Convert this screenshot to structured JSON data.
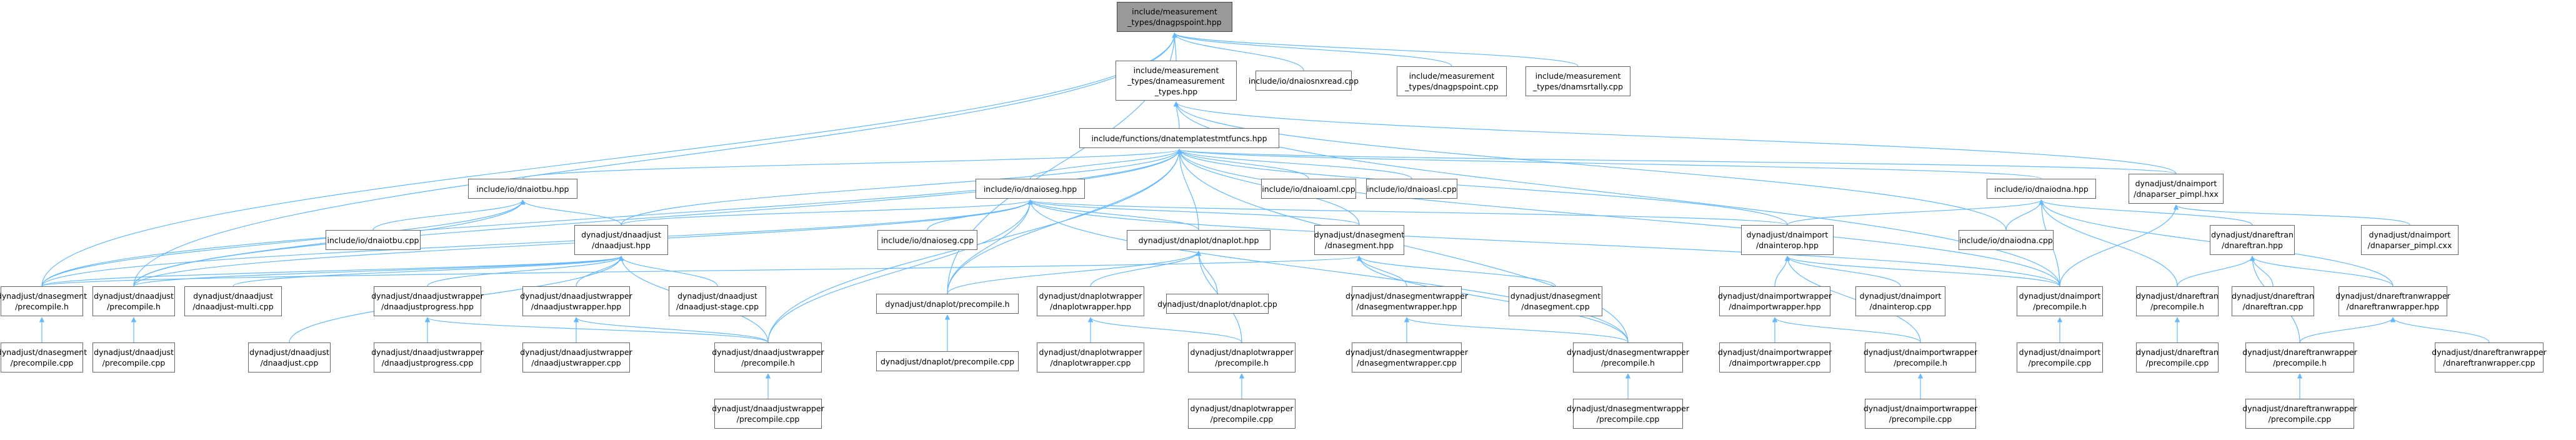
{
  "colors": {
    "edge": "#63b8ff",
    "node_border": "#666666",
    "node_fill": "#ffffff",
    "root_fill": "#999999"
  },
  "nodes": {
    "n0": "include/measurement\n_types/dnagpspoint.hpp",
    "n1": "include/measurement\n_types/dnameasurement\n_types.hpp",
    "n2": "include/io/dnaiosnxread.cpp",
    "n3": "include/measurement\n_types/dnagpspoint.cpp",
    "n4": "include/measurement\n_types/dnamsrtally.cpp",
    "n5": "include/functions/dnatemplatestmtfuncs.hpp",
    "n6": "include/io/dnaiotbu.hpp",
    "n7": "include/io/dnaioseg.hpp",
    "n8": "include/io/dnaioaml.cpp",
    "n9": "include/io/dnaioasl.cpp",
    "n10": "include/io/dnaiodna.hpp",
    "n11": "dynadjust/dnaimport\n/dnaparser_pimpl.hxx",
    "n12": "include/io/dnaiotbu.cpp",
    "n13": "dynadjust/dnaadjust\n/dnaadjust.hpp",
    "n14": "include/io/dnaioseg.cpp",
    "n15": "dynadjust/dnaplot/dnaplot.hpp",
    "n16": "dynadjust/dnasegment\n/dnasegment.hpp",
    "n17": "dynadjust/dnaimport\n/dnainterop.hpp",
    "n18": "include/io/dnaiodna.cpp",
    "n19": "dynadjust/dnareftran\n/dnareftran.hpp",
    "n20": "dynadjust/dnaimport\n/dnaparser_pimpl.cxx",
    "n21": "dynadjust/dnasegment\n/precompile.h",
    "n22": "dynadjust/dnaadjust\n/precompile.h",
    "n23": "dynadjust/dnaadjust\n/dnaadjust-multi.cpp",
    "n24": "dynadjust/dnaadjustwrapper\n/dnaadjustprogress.hpp",
    "n25": "dynadjust/dnaadjustwrapper\n/dnaadjustwrapper.hpp",
    "n26": "dynadjust/dnaadjust\n/dnaadjust-stage.cpp",
    "n27": "dynadjust/dnaplot/precompile.h",
    "n28": "dynadjust/dnaplotwrapper\n/dnaplotwrapper.hpp",
    "n29": "dynadjust/dnaplot/dnaplot.cpp",
    "n30": "dynadjust/dnasegmentwrapper\n/dnasegmentwrapper.hpp",
    "n31": "dynadjust/dnasegment\n/dnasegment.cpp",
    "n32": "dynadjust/dnaimportwrapper\n/dnaimportwrapper.hpp",
    "n33": "dynadjust/dnaimport\n/dnainterop.cpp",
    "n34": "dynadjust/dnaimport\n/precompile.h",
    "n35": "dynadjust/dnareftran\n/precompile.h",
    "n36": "dynadjust/dnareftran\n/dnareftran.cpp",
    "n37": "dynadjust/dnareftranwrapper\n/dnareftranwrapper.hpp",
    "n38": "dynadjust/dnasegment\n/precompile.cpp",
    "n39": "dynadjust/dnaadjust\n/precompile.cpp",
    "n40": "dynadjust/dnaadjust\n/dnaadjust.cpp",
    "n41": "dynadjust/dnaadjustwrapper\n/dnaadjustprogress.cpp",
    "n42": "dynadjust/dnaadjustwrapper\n/dnaadjustwrapper.cpp",
    "n43": "dynadjust/dnaadjustwrapper\n/precompile.h",
    "n44": "dynadjust/dnaplot/precompile.cpp",
    "n45": "dynadjust/dnaplotwrapper\n/dnaplotwrapper.cpp",
    "n46": "dynadjust/dnaplotwrapper\n/precompile.h",
    "n47": "dynadjust/dnasegmentwrapper\n/dnasegmentwrapper.cpp",
    "n48": "dynadjust/dnasegmentwrapper\n/precompile.h",
    "n49": "dynadjust/dnaimportwrapper\n/dnaimportwrapper.cpp",
    "n50": "dynadjust/dnaimportwrapper\n/precompile.h",
    "n51": "dynadjust/dnaimport\n/precompile.cpp",
    "n52": "dynadjust/dnareftran\n/precompile.cpp",
    "n53": "dynadjust/dnareftranwrapper\n/precompile.h",
    "n54": "dynadjust/dnareftranwrapper\n/dnareftranwrapper.cpp",
    "n55": "dynadjust/dnaadjustwrapper\n/precompile.cpp",
    "n56": "dynadjust/dnaplotwrapper\n/precompile.cpp",
    "n57": "dynadjust/dnasegmentwrapper\n/precompile.cpp",
    "n58": "dynadjust/dnaimportwrapper\n/precompile.cpp",
    "n59": "dynadjust/dnareftranwrapper\n/precompile.cpp"
  }
}
